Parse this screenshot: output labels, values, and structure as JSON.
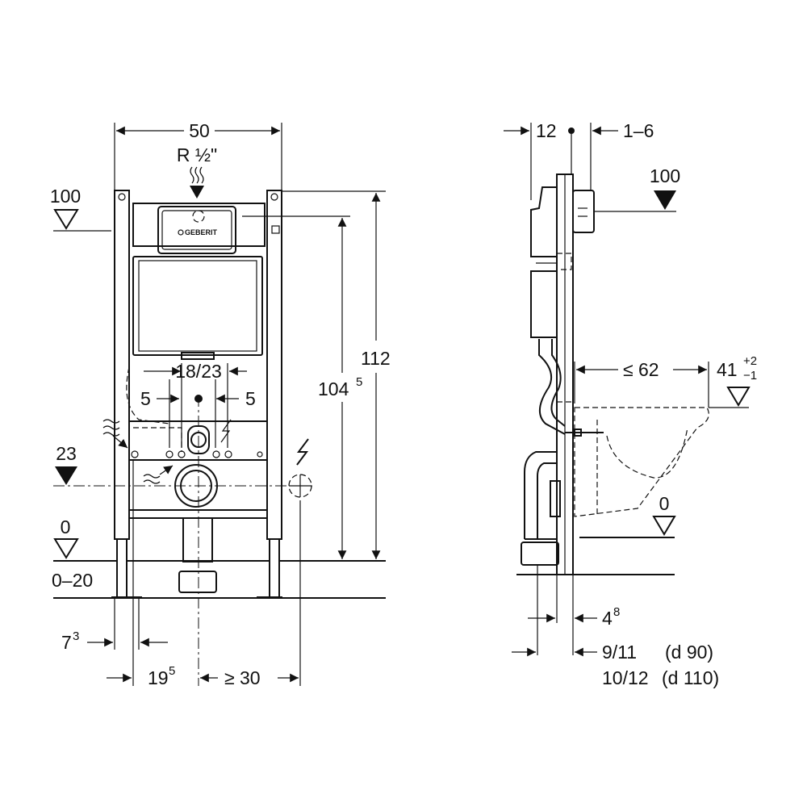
{
  "front_view": {
    "width": "50",
    "connection": "R ½\"",
    "level_finished_floor_top": "100",
    "height_total": "112",
    "height_flush": "104",
    "height_flush_sup": "5",
    "flush_spacing": "18/23",
    "offset_left": "5",
    "offset_right": "5",
    "level_water": "23",
    "level_zero": "0",
    "floor_range": "0–20",
    "leg_left": "7",
    "leg_left_sup": "3",
    "pipe_offset": "19",
    "pipe_offset_sup": "5",
    "min_distance": "≥ 30",
    "brand": "GEBERIT"
  },
  "side_view": {
    "depth_frame": "12",
    "wall_gap": "1–6",
    "level_top": "100",
    "projection": "≤ 62",
    "seat_height": "41",
    "seat_tol_plus": "+2",
    "seat_tol_minus": "−1",
    "level_zero": "0",
    "pipe_depth": "4",
    "pipe_depth_sup": "8",
    "drain_d90": "9/11",
    "drain_d90_label": "(d 90)",
    "drain_d110": "10/12",
    "drain_d110_label": "(d 110)"
  }
}
